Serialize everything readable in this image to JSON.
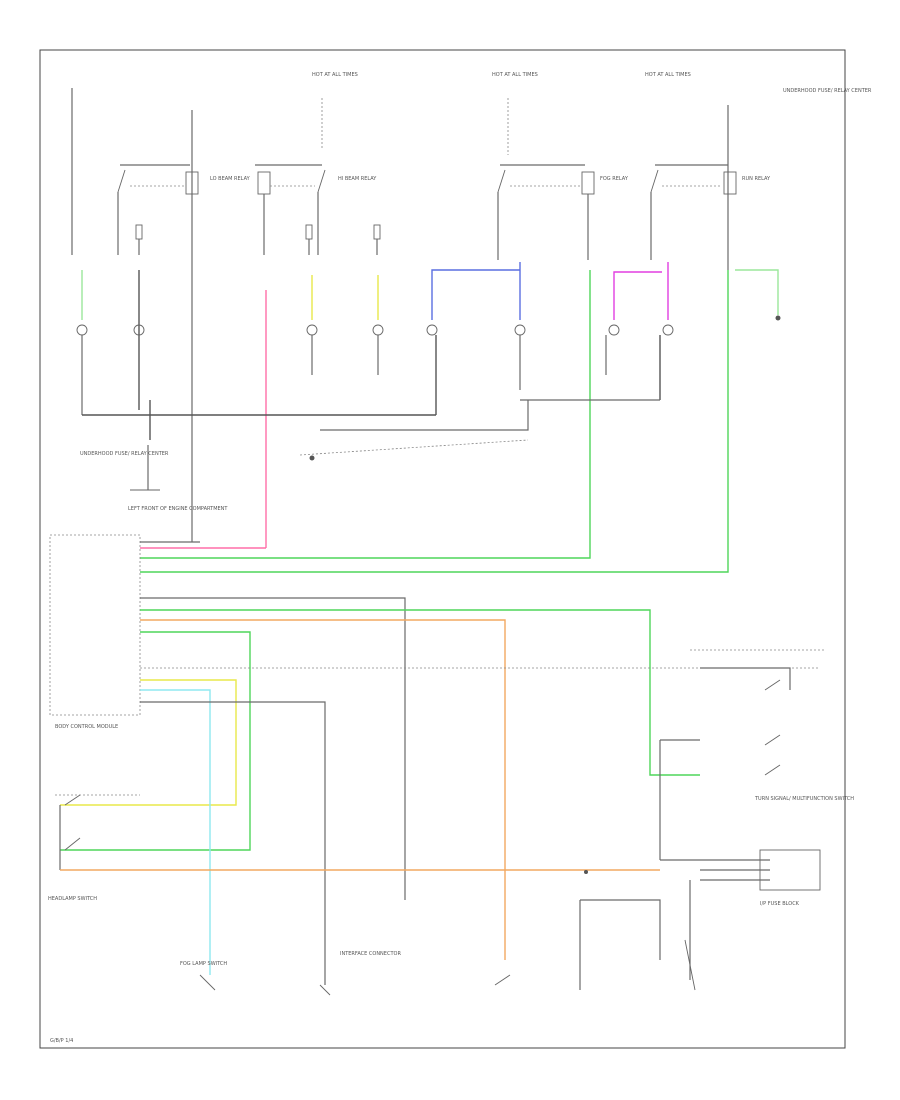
{
  "diagram": {
    "labels": {
      "hot_at_all_times_1": "HOT AT ALL TIMES",
      "hot_at_all_times_2": "HOT AT ALL TIMES",
      "hot_at_all_times_3": "HOT AT ALL TIMES",
      "underhood_fuse_relay_center": "UNDERHOOD FUSE/ RELAY CENTER",
      "underhood_fuse_relay_center_2": "UNDERHOOD FUSE/ RELAY CENTER",
      "left_front_headlamp": "LEFT FRONT OF ENGINE COMPARTMENT",
      "body_control_module": "BODY CONTROL MODULE",
      "headlamp_switch": "HEADLAMP SWITCH",
      "turn_signal_multifunction_switch": "TURN SIGNAL/ MULTIFUNCTION SWITCH",
      "interface_connector": "INTERFACE CONNECTOR",
      "fog_lamp_switch": "FOG LAMP SWITCH",
      "page_ref": "G/B/P 1/4",
      "fuse_block": "I/P FUSE BLOCK",
      "run_relay": "RUN RELAY",
      "fog_relay": "FOG RELAY",
      "hi_beam_relay": "HI BEAM RELAY",
      "lo_beam_relay": "LO BEAM RELAY"
    }
  }
}
